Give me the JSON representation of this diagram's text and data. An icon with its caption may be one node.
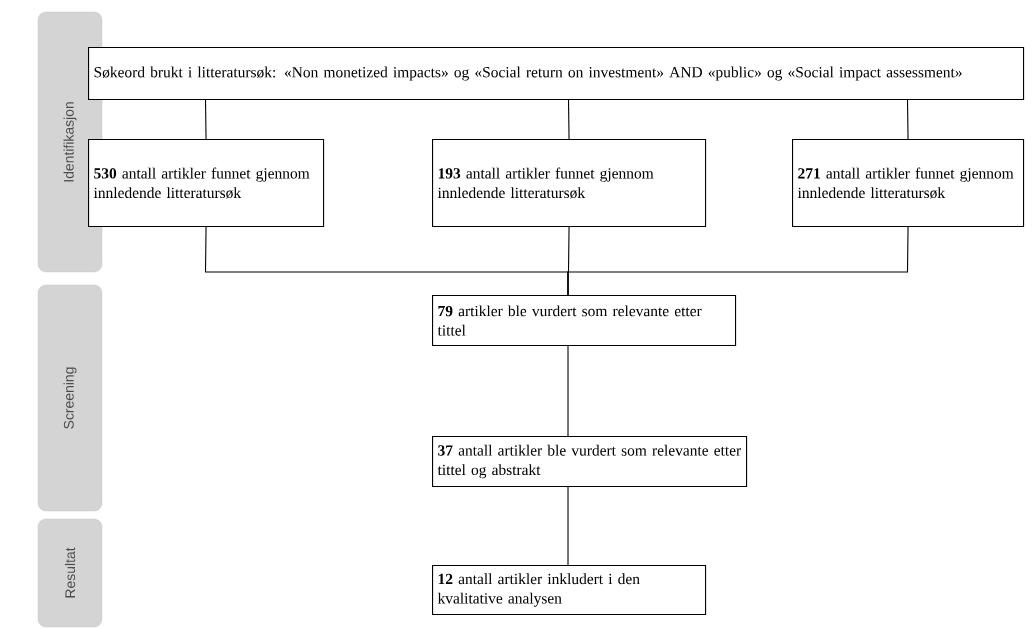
{
  "diagram": {
    "nodes": [
      {
        "text": [
          "Identifikasjon"
        ]
      },
      {
        "text": [
          "Screening"
        ]
      },
      {
        "text": [
          "Resultat"
        ]
      },
      {
        "text": [
          "Søkeord brukt i litteratursøk: «Non monetized impacts» og «Social return on investment» AND «public» og «Social impact assessment»"
        ]
      },
      {
        "text": [
          "**530** antall artikler funnet gjennom innledende litteratursøk"
        ]
      },
      {
        "text": [
          "**193** antall artikler funnet gjennom innledende litteratursøk"
        ]
      },
      {
        "text": [
          "**271** antall artikler funnet gjennom innledende litteratursøk"
        ]
      },
      {
        "text": [
          "**79** artikler ble vurdert som relevante etter tittel"
        ]
      },
      {
        "text": [
          "**37** antall artikler ble vurdert som relevante etter tittel og abstrakt"
        ]
      },
      {
        "text": [
          "**12** antall artikler inkludert i den kvalitative analysen"
        ]
      }
    ],
    "edges": [
      {
        "from": 3,
        "to": 4,
        "arrow": "none"
      },
      {
        "from": 3,
        "to": 5,
        "arrow": "none"
      },
      {
        "from": 3,
        "to": 6,
        "arrow": "none"
      },
      {
        "from": 4,
        "to": 7,
        "arrow": "none"
      },
      {
        "from": 5,
        "to": 7,
        "arrow": "none"
      },
      {
        "from": 6,
        "to": 7,
        "arrow": "none"
      },
      {
        "from": 7,
        "to": 8,
        "arrow": "none"
      },
      {
        "from": 8,
        "to": 9,
        "arrow": "none"
      }
    ]
  }
}
